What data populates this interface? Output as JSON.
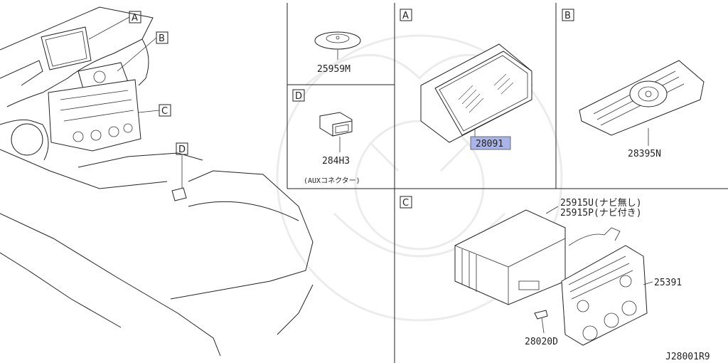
{
  "diagram_id": "J28001R9",
  "overview_callouts": [
    "A",
    "B",
    "C",
    "D"
  ],
  "panels": {
    "antenna": {
      "part_no": "25959M"
    },
    "D": {
      "letter": "D",
      "part_no": "284H3",
      "note": "(AUXコネクター)"
    },
    "A": {
      "letter": "A",
      "part_no": "28091"
    },
    "B": {
      "letter": "B",
      "part_no": "28395N"
    },
    "C": {
      "letter": "C",
      "unit_line1": "25915U(ナビ無し)",
      "unit_line2": "25915P(ナビ付き)",
      "panel_part": "25391",
      "screw_part": "28020D"
    }
  },
  "colors": {
    "highlight": "#aab4e8",
    "line": "#222222"
  }
}
